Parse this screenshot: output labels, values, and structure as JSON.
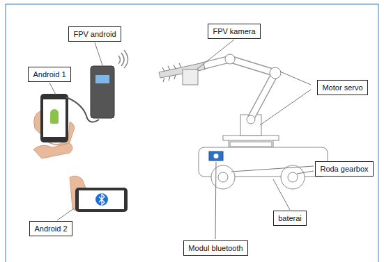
{
  "diagram": {
    "nodes": [
      {
        "text": [
          "FPV android"
        ]
      },
      {
        "text": [
          "FPV kamera"
        ]
      },
      {
        "text": [
          "Android 1"
        ]
      },
      {
        "text": [
          "Motor servo"
        ]
      },
      {
        "text": [
          "Roda gearbox"
        ]
      },
      {
        "text": [
          "baterai"
        ]
      },
      {
        "text": [
          "Android 2"
        ]
      },
      {
        "text": [
          "Modul bluetooth"
        ]
      }
    ]
  }
}
